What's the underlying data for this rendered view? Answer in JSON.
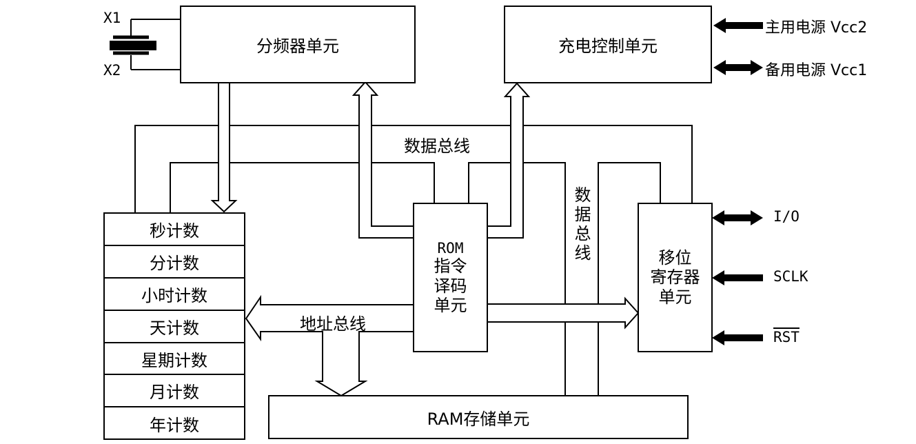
{
  "blocks": {
    "divider": "分频器单元",
    "charge_control": "充电控制单元",
    "rom": [
      "ROM",
      "指令",
      "译码",
      "单元"
    ],
    "shift_register": [
      "移位",
      "寄存器",
      "单元"
    ],
    "ram": "RAM存储单元"
  },
  "counters": [
    "秒计数",
    "分计数",
    "小时计数",
    "天计数",
    "星期计数",
    "月计数",
    "年计数"
  ],
  "buses": {
    "data_bus_horizontal": "数据总线",
    "data_bus_vertical": "数据总线",
    "address_bus": "地址总线"
  },
  "crystal": {
    "pin1": "X1",
    "pin2": "X2"
  },
  "external_signals": {
    "main_power": "主用电源 Vcc2",
    "backup_power": "备用电源 Vcc1",
    "io": "I/O",
    "sclk": "SCLK",
    "rst": "RST"
  }
}
